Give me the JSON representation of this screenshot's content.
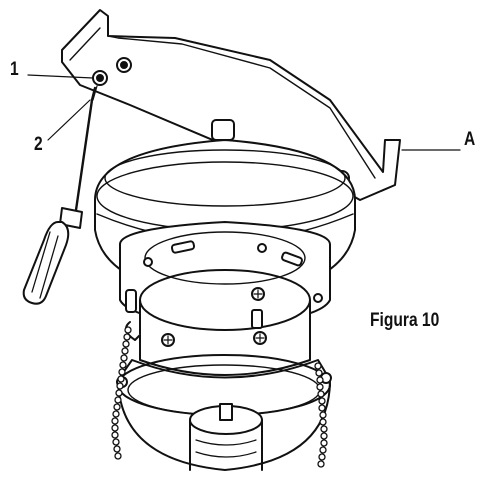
{
  "callouts": {
    "one": "1",
    "two": "2",
    "a": "A"
  },
  "caption": "Figura 10"
}
